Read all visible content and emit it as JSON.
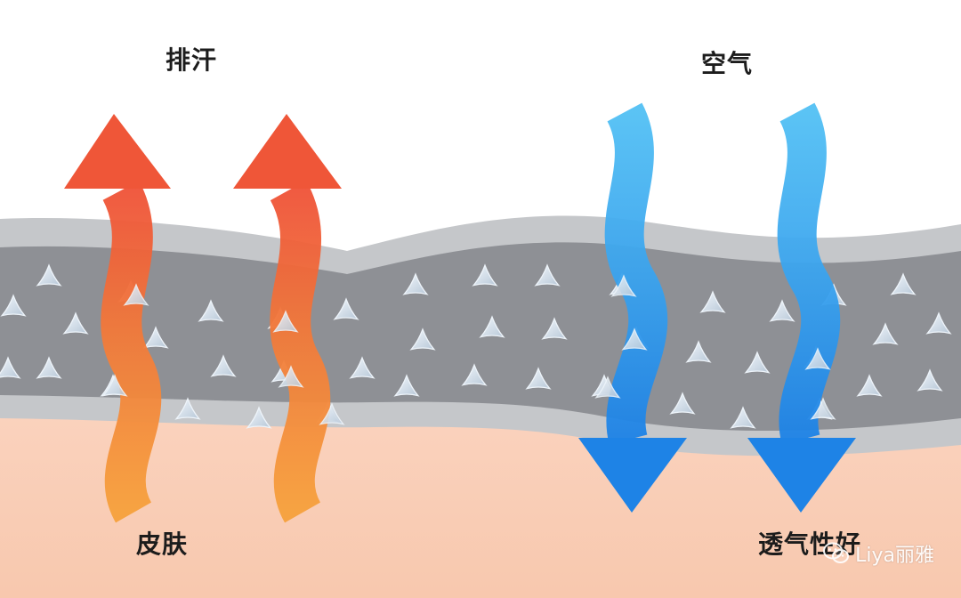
{
  "labels": {
    "sweat": "排汗",
    "air": "空气",
    "skin": "皮肤",
    "breathable": "透气性好"
  },
  "watermark": {
    "text": "Liya丽雅",
    "icon": "wechat-icon"
  },
  "colors": {
    "sweat_arrow_top": "#f0553a",
    "sweat_arrow_bottom": "#f59a3c",
    "air_arrow_top": "#49b8f2",
    "air_arrow_bottom": "#1f86e8",
    "fabric_core": "#8f9196",
    "fabric_edge": "#c4c6c9",
    "skin": "#f9cdb6",
    "background": "#ffffff",
    "fiber": "#d8e3ee"
  },
  "icons": [
    "sweat-arrow-icon",
    "air-arrow-icon",
    "fiber-icon",
    "wechat-icon"
  ]
}
